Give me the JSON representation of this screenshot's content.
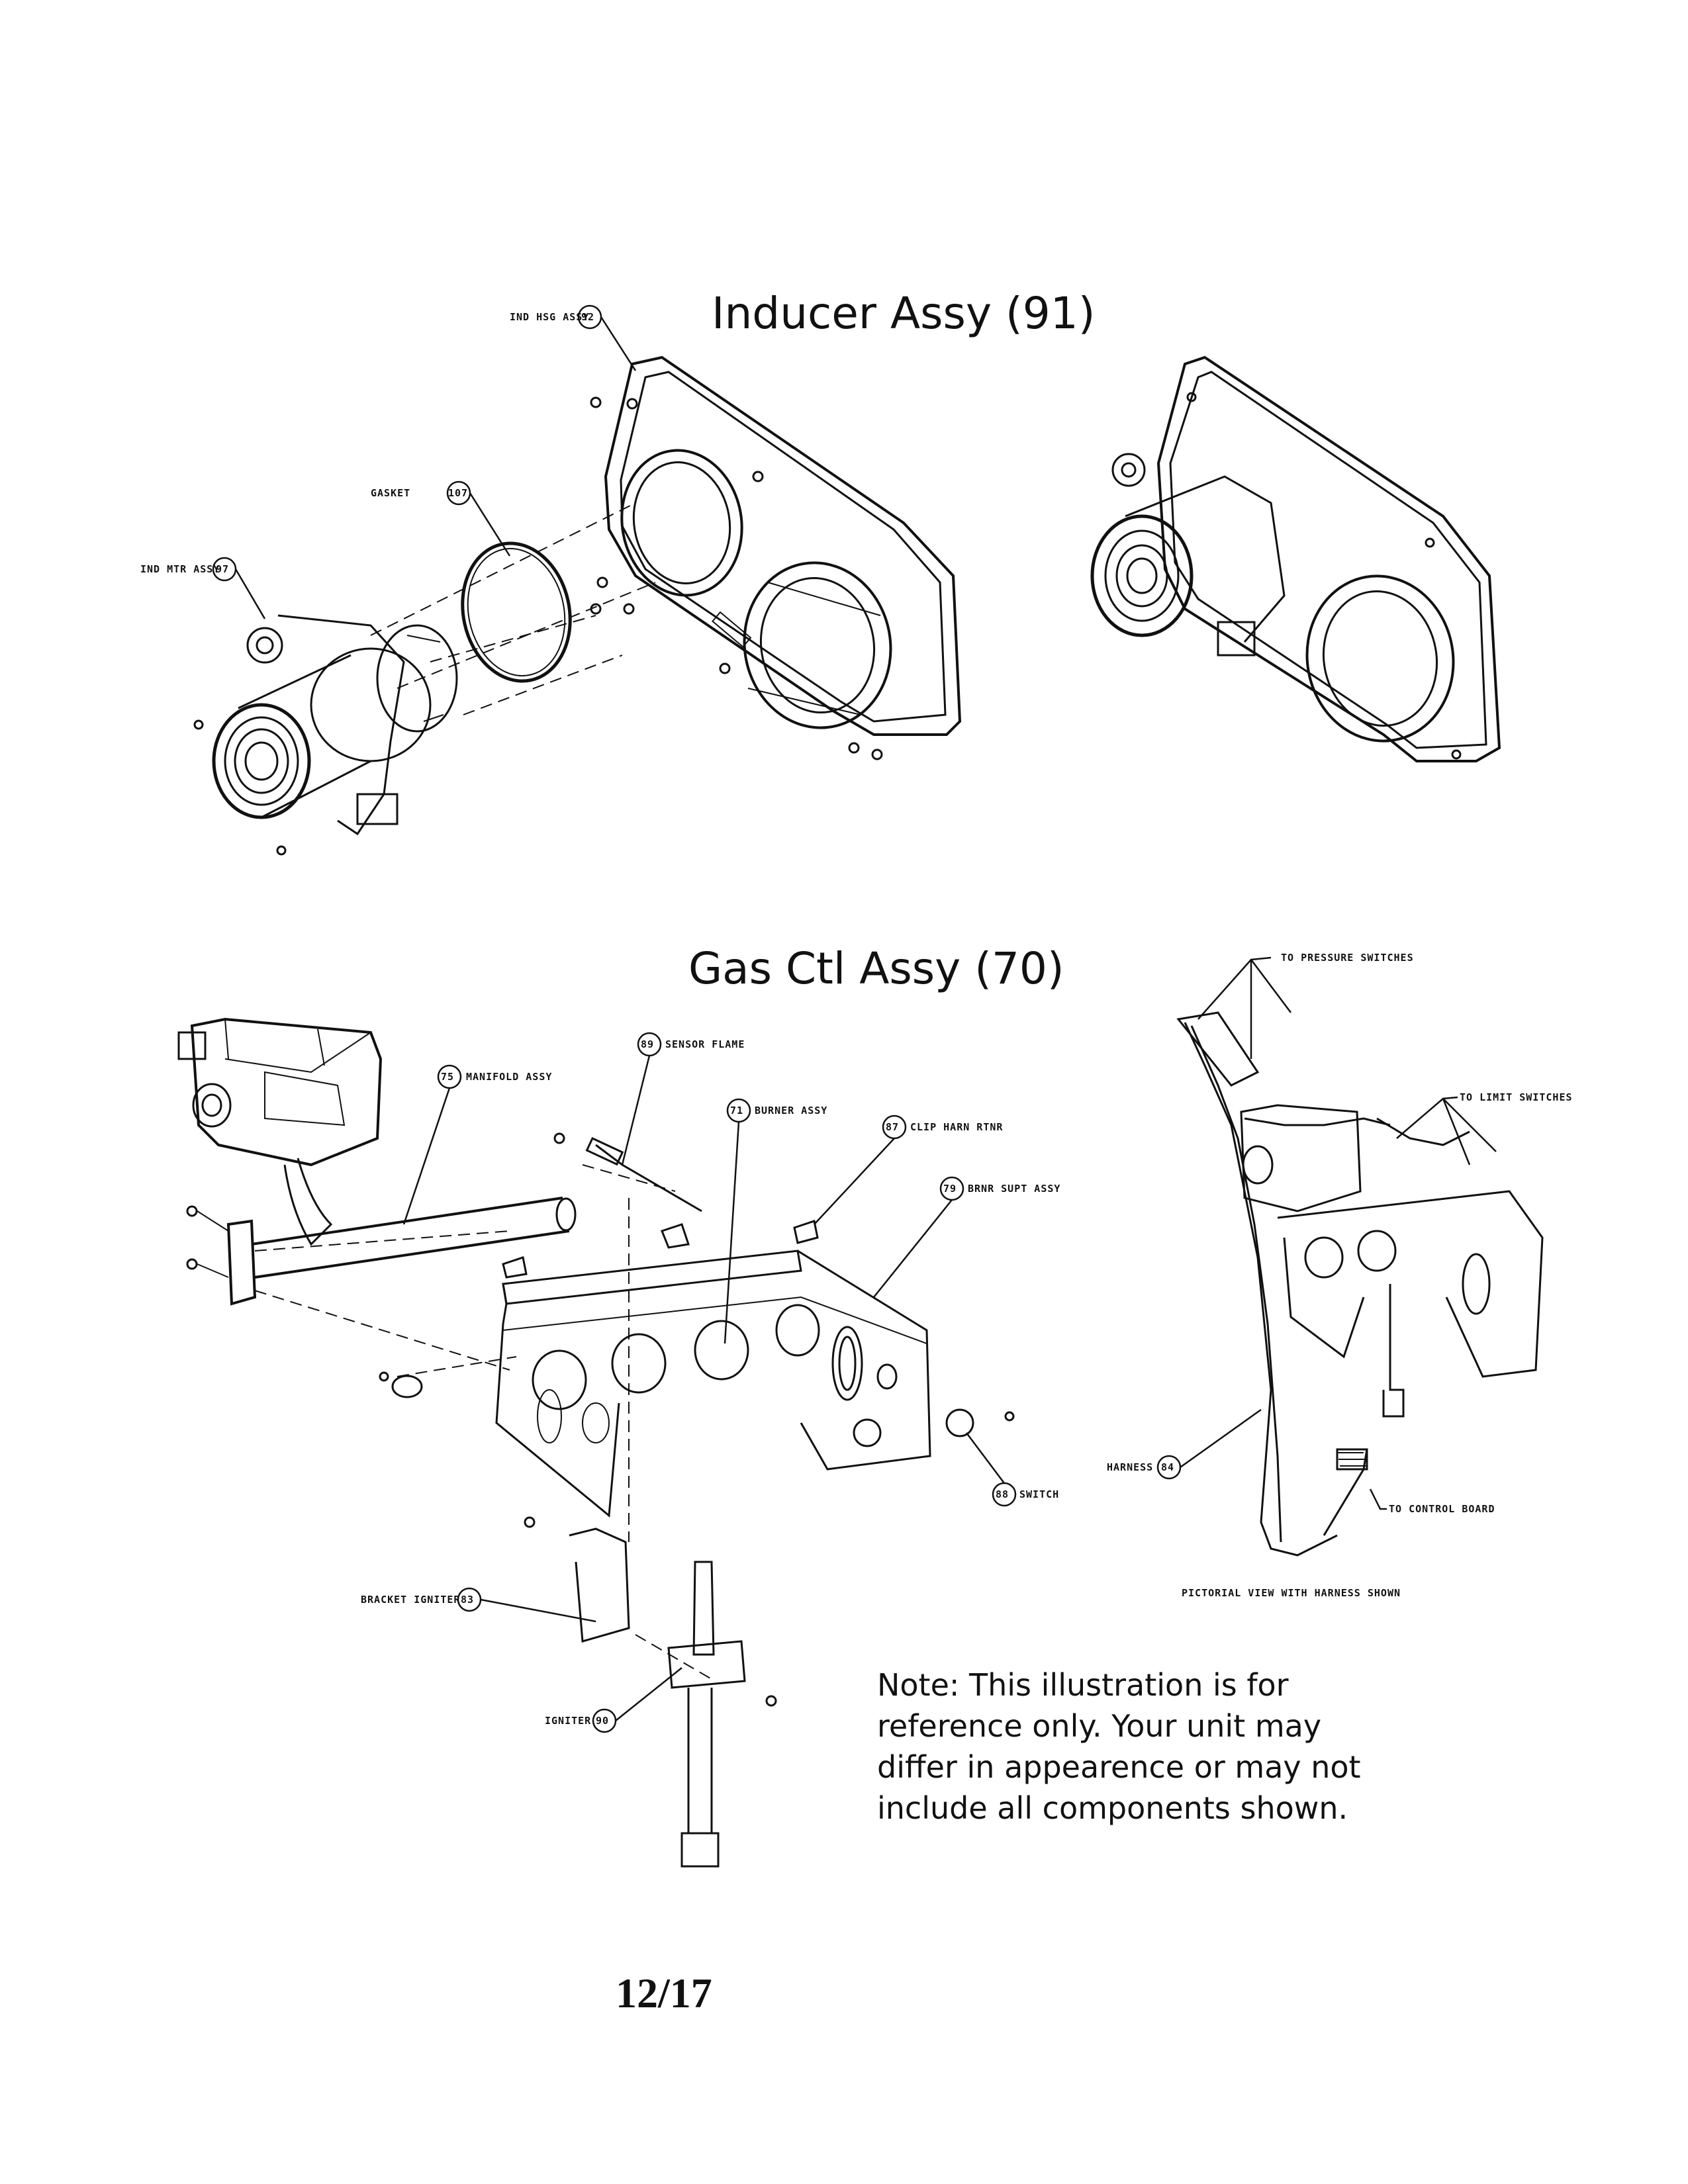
{
  "sections": {
    "inducer_title": "Inducer Assy (91)",
    "gas_ctl_title": "Gas Ctl Assy (70)"
  },
  "inducer_callouts": [
    {
      "label": "IND HSG ASSY",
      "num": "92"
    },
    {
      "label": "GASKET",
      "num": "107"
    },
    {
      "label": "IND MTR ASSY",
      "num": "97"
    }
  ],
  "gas_callouts": [
    {
      "label": "MANIFOLD ASSY",
      "num": "75"
    },
    {
      "label": "SENSOR FLAME",
      "num": "89"
    },
    {
      "label": "BURNER ASSY",
      "num": "71"
    },
    {
      "label": "CLIP HARN RTNR",
      "num": "87"
    },
    {
      "label": "BRNR SUPT ASSY",
      "num": "79"
    },
    {
      "label": "SWITCH",
      "num": "88"
    },
    {
      "label": "BRACKET IGNITER",
      "num": "83"
    },
    {
      "label": "IGNITER",
      "num": "90"
    }
  ],
  "harness_view": {
    "to_pressure": "TO PRESSURE SWITCHES",
    "to_limit": "TO LIMIT SWITCHES",
    "to_control": "TO CONTROL BOARD",
    "harness_label": "HARNESS",
    "harness_num": "84",
    "caption": "PICTORIAL VIEW WITH HARNESS SHOWN"
  },
  "note": "Note: This illustration is for reference only. Your unit may differ in appearence or may not include all components shown.",
  "note_lines": [
    "Note: This illustration is for",
    "reference only. Your unit may",
    "differ in appearence or may not",
    "include all components shown."
  ],
  "page_number": "12/17"
}
